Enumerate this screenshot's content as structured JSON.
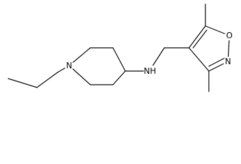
{
  "molecule": {
    "atoms": {
      "n_piperidine": "N",
      "n_amine": "NH",
      "o_isoxazole": "O",
      "n_isoxazole": "N"
    }
  },
  "colors": {
    "bond": "#000000",
    "label": "#000000",
    "background": "#ffffff"
  }
}
